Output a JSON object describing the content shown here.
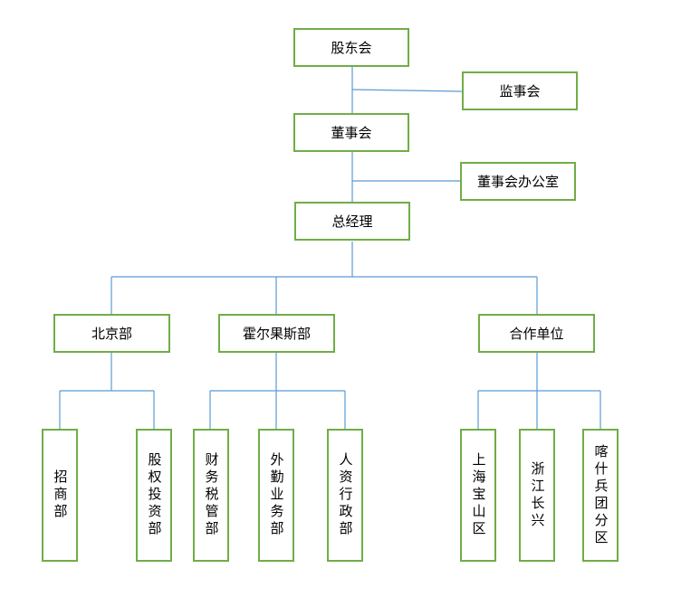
{
  "org": {
    "shareholders": "股东会",
    "supervisors": "监事会",
    "board": "董事会",
    "board_office": "董事会办公室",
    "gm": "总经理",
    "beijing": "北京部",
    "huoerguosi": "霍尔果斯部",
    "partners": "合作单位",
    "zhaoshang": "招商部",
    "guquan": "股权投资部",
    "caiwu": "财务税管部",
    "waiqin": "外勤业务部",
    "renzi": "人资行政部",
    "shanghai": "上海宝山区",
    "zhejiang": "浙江长兴",
    "kashi": "喀什兵团分区"
  },
  "colors": {
    "box_border": "#70ad47",
    "connector": "#5b9bd5"
  }
}
